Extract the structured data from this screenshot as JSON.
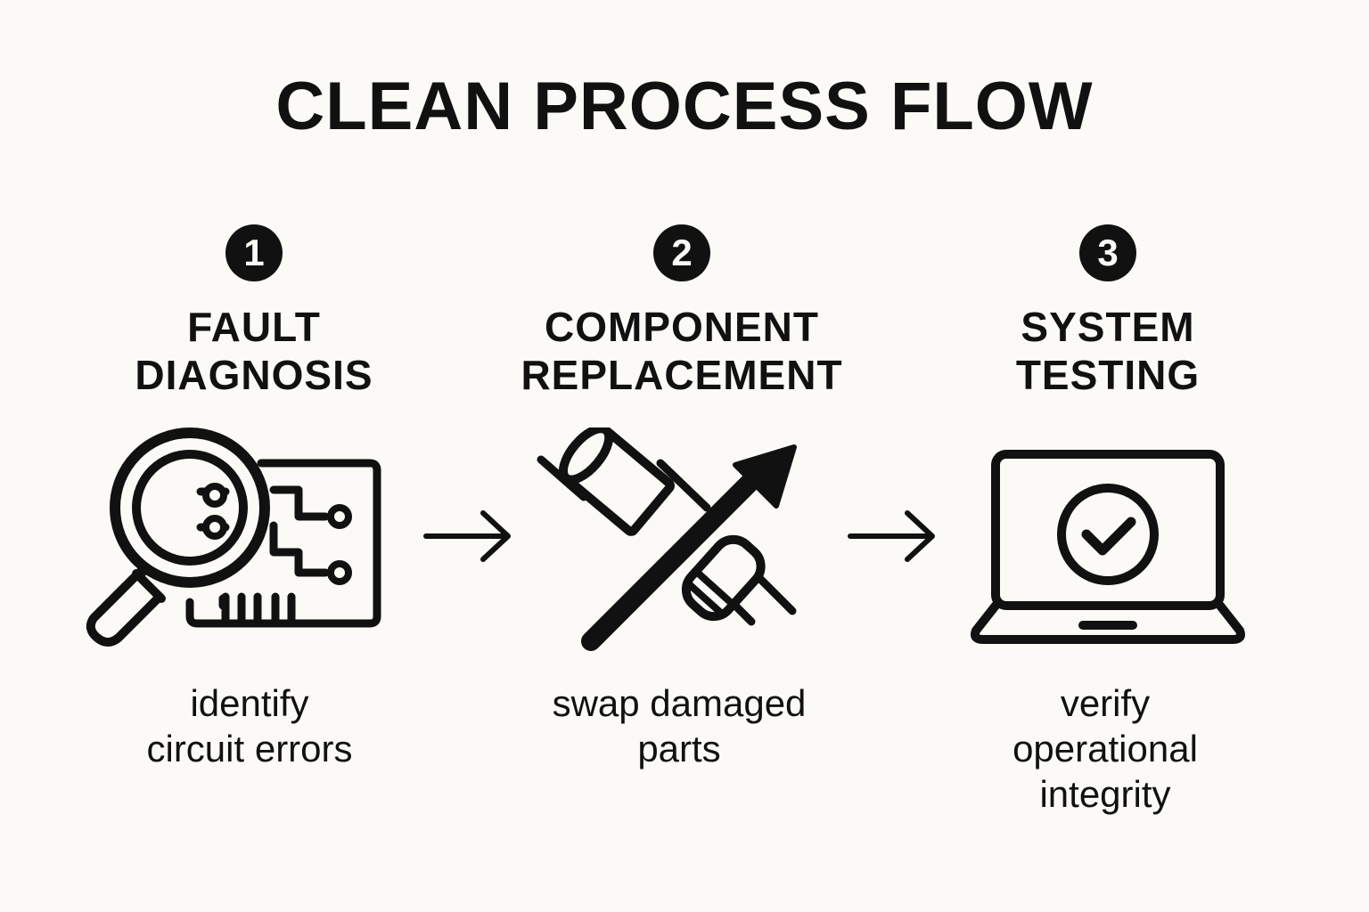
{
  "title": "CLEAN PROCESS FLOW",
  "steps": [
    {
      "number": "1",
      "heading_lines": [
        "FAULT",
        "DIAGNOSIS"
      ],
      "description_lines": [
        "identify",
        "circuit errors"
      ],
      "icon": "magnifier-circuit-icon"
    },
    {
      "number": "2",
      "heading_lines": [
        "COMPONENT",
        "REPLACEMENT"
      ],
      "description_lines": [
        "swap damaged",
        "parts"
      ],
      "icon": "component-swap-icon"
    },
    {
      "number": "3",
      "heading_lines": [
        "SYSTEM",
        "TESTING"
      ],
      "description_lines": [
        "verify",
        "operational",
        "integrity"
      ],
      "icon": "laptop-check-icon"
    }
  ],
  "colors": {
    "background": "#fbfaf6",
    "ink": "#111111"
  }
}
